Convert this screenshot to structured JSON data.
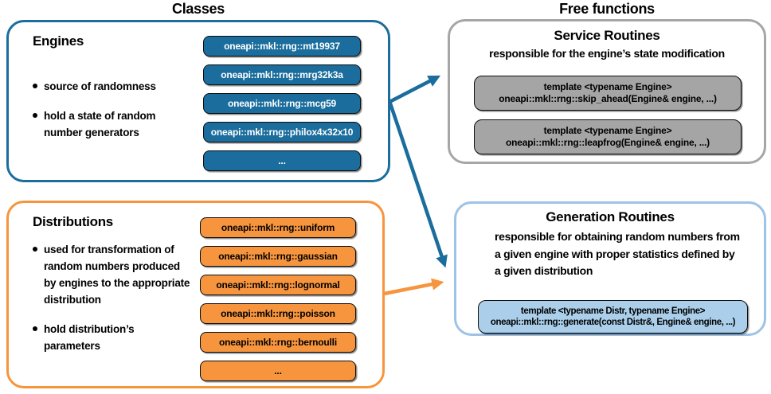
{
  "titles": {
    "classes": "Classes",
    "free_functions": "Free functions"
  },
  "engines": {
    "heading": "Engines",
    "bullets": [
      {
        "lines": [
          "source of randomness"
        ]
      },
      {
        "lines": [
          "hold a state of random",
          "number generators"
        ]
      }
    ],
    "pills": [
      "oneapi::mkl::rng::mt19937",
      "oneapi::mkl::rng::mrg32k3a",
      "oneapi::mkl::rng::mcg59",
      "oneapi::mkl::rng::philox4x32x10",
      "..."
    ]
  },
  "distributions": {
    "heading": "Distributions",
    "bullets": [
      {
        "lines": [
          "used for transformation of",
          "random numbers produced",
          "by engines to the appropriate",
          "distribution"
        ]
      },
      {
        "lines": [
          "hold distribution’s",
          "parameters"
        ]
      }
    ],
    "pills": [
      "oneapi::mkl::rng::uniform",
      "oneapi::mkl::rng::gaussian",
      "oneapi::mkl::rng::lognormal",
      "oneapi::mkl::rng::poisson",
      "oneapi::mkl::rng::bernoulli",
      "..."
    ]
  },
  "service_routines": {
    "heading": "Service Routines",
    "subtitle": "responsible for the engine’s state modification",
    "pills": [
      {
        "line1": "template <typename Engine>",
        "line2": "oneapi::mkl::rng::skip_ahead(Engine& engine, ...)"
      },
      {
        "line1": "template <typename Engine>",
        "line2": "oneapi::mkl::rng::leapfrog(Engine& engine, ...)"
      }
    ]
  },
  "generation_routines": {
    "heading": "Generation Routines",
    "subtitle_lines": [
      "responsible for obtaining random numbers from",
      "a given engine with proper statistics defined by",
      "a given distribution"
    ],
    "pills": [
      {
        "line1": "template <typename Distr, typename Engine>",
        "line2": "oneapi::mkl::rng::generate(const Distr&, Engine& engine, ...)"
      }
    ]
  },
  "colors": {
    "blue": "#1A6D9C",
    "orange": "#F6953E",
    "gray_border": "#A6A6A6",
    "gray_pill": "#A5A5A5",
    "lightblue_border": "#9DC3E6",
    "lightblue_pill": "#ABCFEA",
    "pill_border": "#0D0D0D",
    "text": "#000000",
    "background": "#FFFFFF"
  }
}
